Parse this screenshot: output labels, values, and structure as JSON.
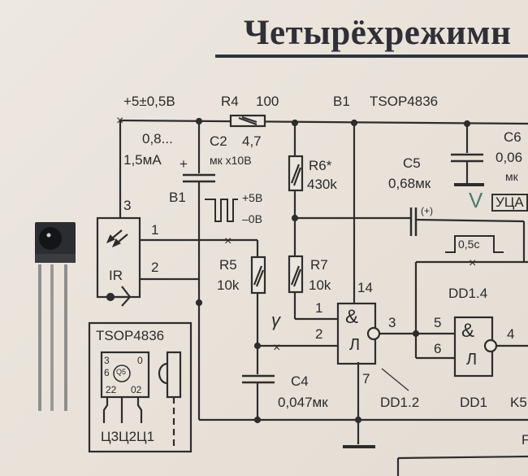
{
  "title": "Четырёхрежимн",
  "supply": {
    "voltage": "+5±0,5В",
    "current_line1": "0,8...",
    "current_line2": "1,5мА"
  },
  "r4": {
    "ref": "R4",
    "value": "100"
  },
  "c2": {
    "ref": "C2",
    "value": "4,7",
    "unit": "мк x10В",
    "polarity": "+"
  },
  "b1": {
    "ref": "B1",
    "part": "TSOP4836",
    "pin1": "1",
    "pin2": "2",
    "pin3": "3",
    "body_label": "IR"
  },
  "b1_signal": {
    "ref": "B1",
    "high": "+5В",
    "low": "–0В"
  },
  "r6": {
    "ref": "R6*",
    "value": "430k"
  },
  "c5": {
    "ref": "C5",
    "value": "0,68мк",
    "polarity": "(+)"
  },
  "c6": {
    "ref": "C6",
    "value": "0,06",
    "unit": "мк"
  },
  "uca_box": "УЦА",
  "green_mark": "V",
  "r5": {
    "ref": "R5",
    "value": "10k"
  },
  "r7": {
    "ref": "R7",
    "value": "10k"
  },
  "c4": {
    "ref": "C4",
    "value": "0,047мк"
  },
  "gamma": "γ",
  "dd12": {
    "ref": "DD1.2",
    "pin1": "1",
    "pin2": "2",
    "pin3": "3",
    "pin7": "7",
    "pin14": "14",
    "sym": "&",
    "schmitt": "Л"
  },
  "dd14": {
    "ref": "DD1.4",
    "pin5": "5",
    "pin6": "6",
    "pin4": "4",
    "sym": "&",
    "schmitt": "Л"
  },
  "pulse": "0,5с",
  "dd1_note": {
    "ref": "DD1",
    "part": "K5"
  },
  "right_edge_letter": "F",
  "pinout": {
    "part": "TSOP4836",
    "marks": [
      "3",
      "0",
      "6",
      "22",
      "02"
    ],
    "seal": "Q5",
    "pins": [
      "Ц3",
      "Ц2",
      "Ц1"
    ]
  }
}
